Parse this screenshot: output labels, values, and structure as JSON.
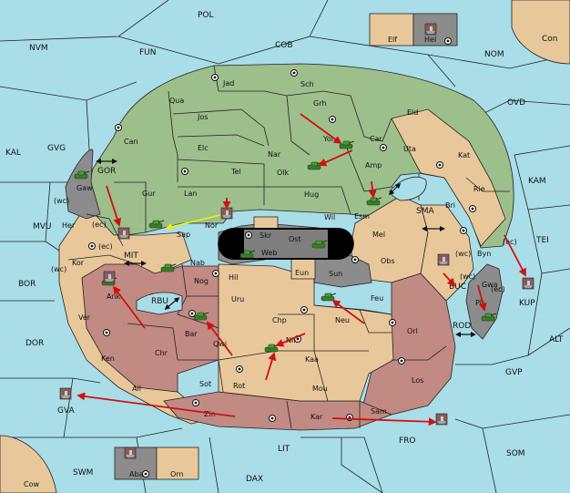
{
  "colors": {
    "sea": "#a9dde8",
    "tan": "#e8c89b",
    "green": "#9dbf8c",
    "red": "#c18a83",
    "grey": "#8c8c8c",
    "black": "#000000",
    "line": "#222222",
    "move_arrow": "#d01010",
    "support_arrow": "#f2f200"
  },
  "labels": {
    "POL": "POL",
    "NVM": "NVM",
    "FUN": "FUN",
    "COB": "COB",
    "NOM": "NOM",
    "Con": "Con",
    "Elf": "Elf",
    "Hel": "Hel",
    "OVD": "OVD",
    "KAL": "KAL",
    "GVG": "GVG",
    "KAM": "KAM",
    "TEI": "TEI",
    "MVU": "MVU",
    "BOR": "BOR",
    "DOR": "DOR",
    "ALT": "ALT",
    "GVP": "GVP",
    "GVA": "GVA",
    "FRO": "FRO",
    "SOM": "SOM",
    "SWM": "SWM",
    "LIT": "LIT",
    "DAX": "DAX",
    "Cow": "Cow",
    "Aba": "Aba",
    "Orn": "Orn",
    "KUP": "KUP",
    "GOR": "GOR",
    "MIT": "MIT",
    "RBU": "RBU",
    "SMA": "SMA",
    "BUC": "BUC",
    "ROD": "ROD",
    "Jad": "Jad",
    "Sch": "Sch",
    "Qua": "Qua",
    "Jos": "Jos",
    "Grh": "Grh",
    "Eld": "Eld",
    "Can": "Can",
    "Elc": "Elc",
    "Nar": "Nar",
    "Yor": "Yor",
    "Car": "Car",
    "Uta": "Uta",
    "Kat": "Kat",
    "Tel": "Tel",
    "Olk": "Olk",
    "Amp": "Amp",
    "Gaw": "Gaw",
    "Gur": "Gur",
    "Lan": "Lan",
    "Hug": "Hug",
    "Rie": "Rie",
    "Esm": "Esm",
    "Bri": "Bri",
    "Nor": "Nor",
    "Skr": "Skr",
    "Wil": "Wil",
    "Her": "Her",
    "Sap": "Sap",
    "Ost": "Ost",
    "Mel": "Mel",
    "Web": "Web",
    "Byn": "Byn",
    "Kor": "Kor",
    "Nab": "Nab",
    "Obs": "Obs",
    "Eun": "Eun",
    "Sun": "Sun",
    "Hil": "Hil",
    "Gwa": "Gwa",
    "Nog": "Nog",
    "Uru": "Uru",
    "Feu": "Feu",
    "Ank": "Ank",
    "Pir": "Pir",
    "Ver": "Ver",
    "Neu": "Neu",
    "Chp": "Chp",
    "Orl": "Orl",
    "Bar": "Bar",
    "Qwi": "Qwi",
    "Nil": "Nil",
    "Chr": "Chr",
    "Ken": "Ken",
    "Kaa": "Kaa",
    "Los": "Los",
    "Sot": "Sot",
    "Rot": "Rot",
    "Ail": "Ail",
    "Mou": "Mou",
    "Zin": "Zin",
    "Kar": "Kar",
    "Sam": "Sam",
    "wc1": "(wc)",
    "ec1": "(ec)",
    "ec2": "(ec)",
    "wc2": "(wc)",
    "wc3": "(wc)",
    "ec3": "(ec)",
    "wc4": "(wc)",
    "ec4": "(ec)"
  },
  "legend": {
    "arrow_icon": "double-arrow-icon",
    "army_icon": "tank-icon",
    "fleet_icon": "ship-icon",
    "supply_center_icon": "supply-center-icon"
  }
}
